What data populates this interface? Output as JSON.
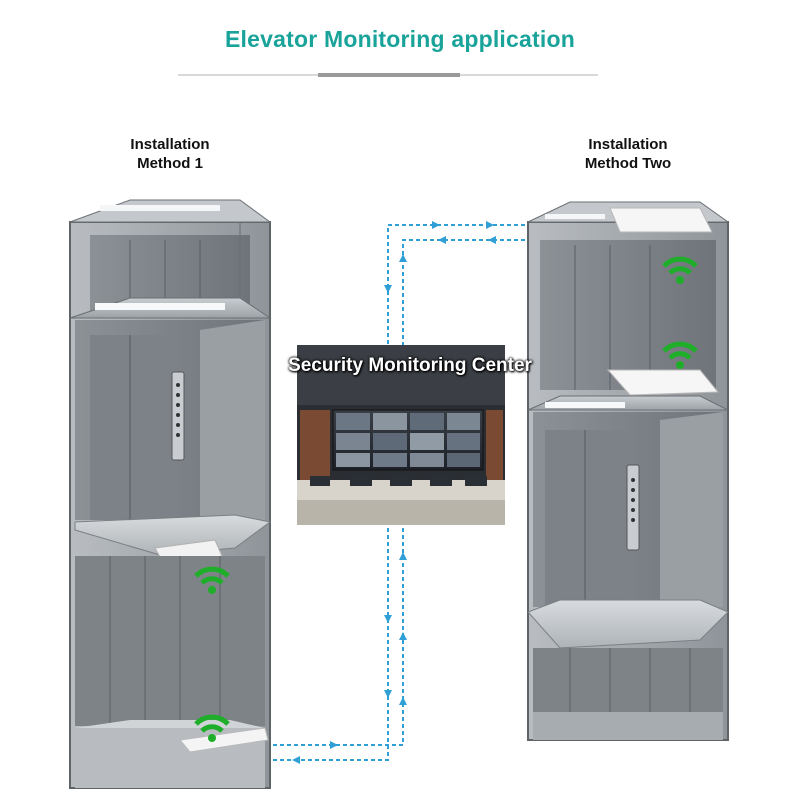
{
  "header": {
    "title": "Elevator Monitoring application"
  },
  "methods": [
    {
      "label_line1": "Installation",
      "label_line2": "Method 1"
    },
    {
      "label_line1": "Installation",
      "label_line2": "Method Two"
    }
  ],
  "center": {
    "caption": "Security Monitoring Center"
  },
  "colors": {
    "title": "#1aa39a",
    "signal": "#1fae2a",
    "link_line": "#2f9fd6"
  }
}
